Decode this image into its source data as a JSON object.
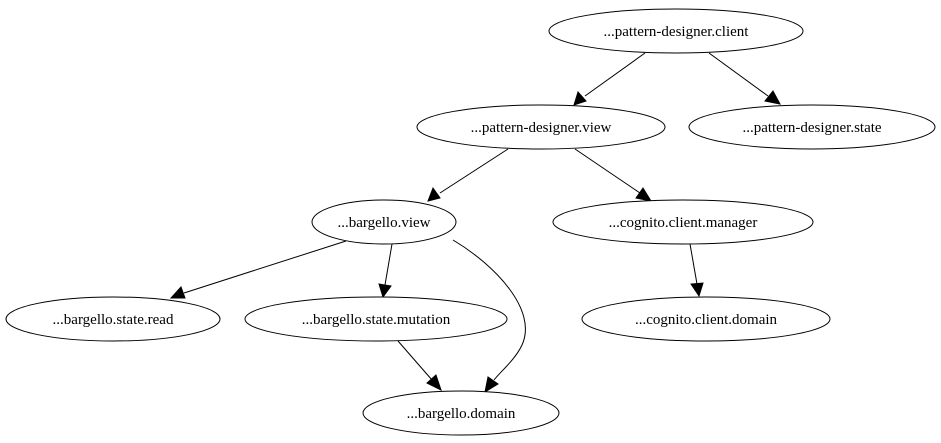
{
  "diagram": {
    "type": "dependency-graph",
    "nodes": [
      {
        "id": "pd-client",
        "label": "...pattern-designer.client"
      },
      {
        "id": "pd-view",
        "label": "...pattern-designer.view"
      },
      {
        "id": "pd-state",
        "label": "...pattern-designer.state"
      },
      {
        "id": "bargello-view",
        "label": "...bargello.view"
      },
      {
        "id": "cognito-mgr",
        "label": "...cognito.client.manager"
      },
      {
        "id": "state-read",
        "label": "...bargello.state.read"
      },
      {
        "id": "state-mutation",
        "label": "...bargello.state.mutation"
      },
      {
        "id": "cognito-domain",
        "label": "...cognito.client.domain"
      },
      {
        "id": "bargello-domain",
        "label": "...bargello.domain"
      }
    ],
    "edges": [
      {
        "from": "pd-client",
        "to": "pd-view"
      },
      {
        "from": "pd-client",
        "to": "pd-state"
      },
      {
        "from": "pd-view",
        "to": "bargello-view"
      },
      {
        "from": "pd-view",
        "to": "cognito-mgr"
      },
      {
        "from": "bargello-view",
        "to": "state-read"
      },
      {
        "from": "bargello-view",
        "to": "state-mutation"
      },
      {
        "from": "bargello-view",
        "to": "bargello-domain"
      },
      {
        "from": "cognito-mgr",
        "to": "cognito-domain"
      },
      {
        "from": "state-mutation",
        "to": "bargello-domain"
      }
    ],
    "colors": {
      "stroke": "#000000",
      "fill": "#ffffff",
      "text": "#000000"
    }
  }
}
